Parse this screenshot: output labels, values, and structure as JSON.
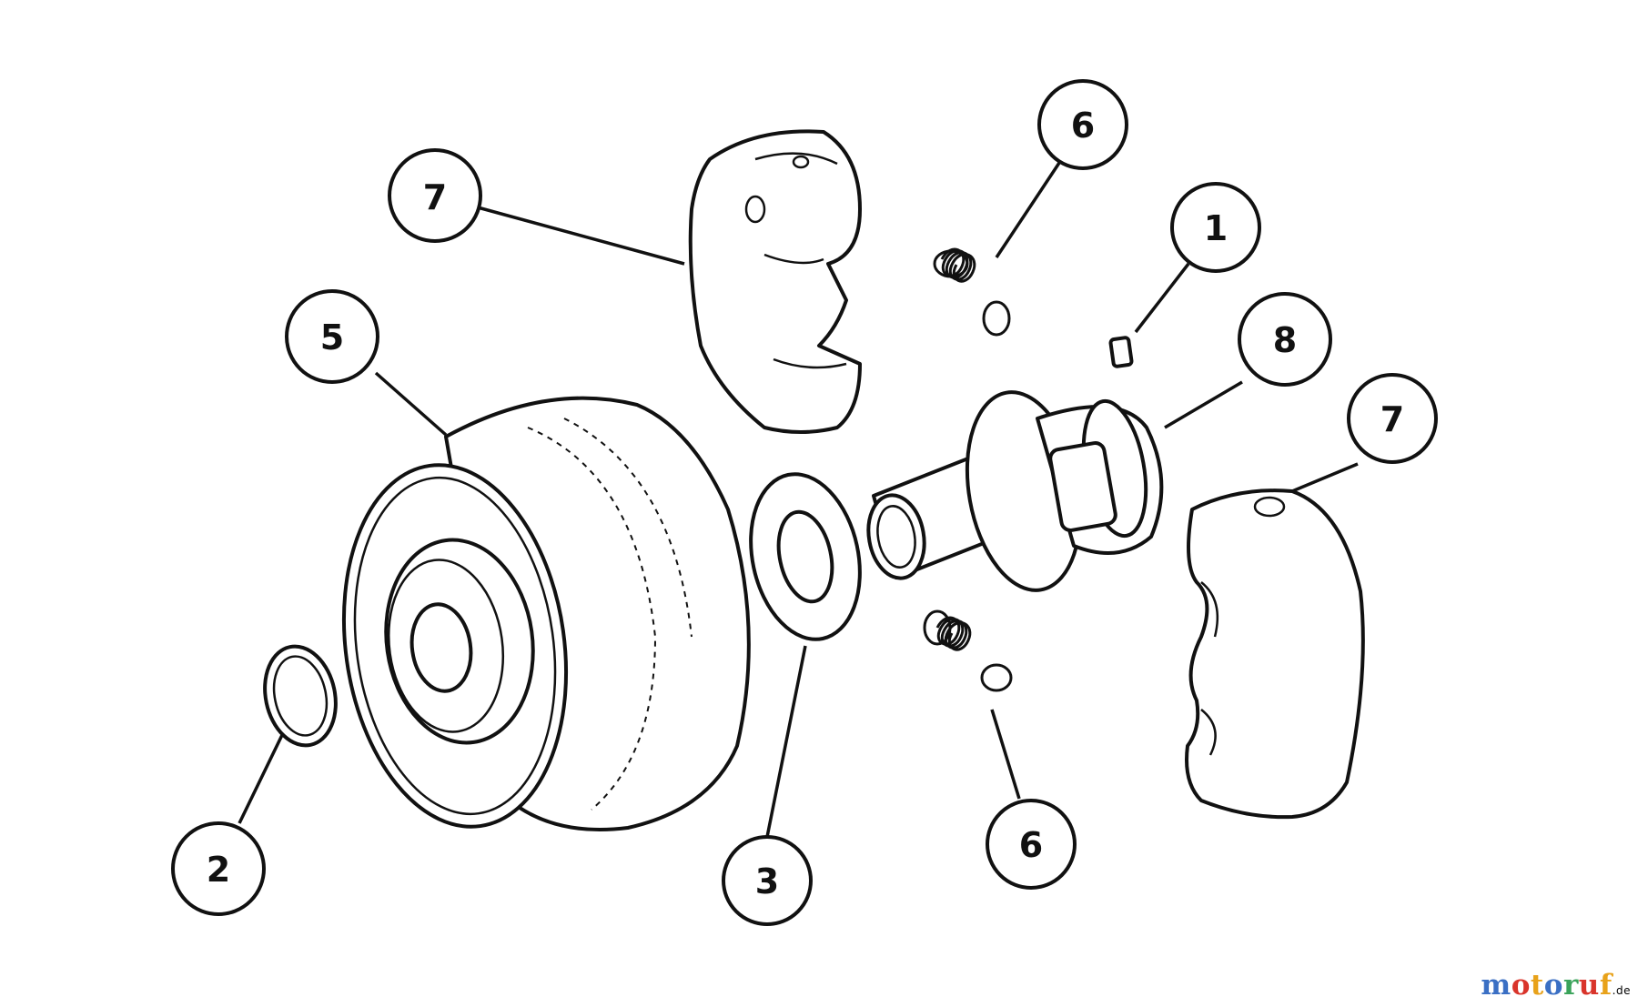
{
  "diagram": {
    "callouts": [
      {
        "id": "callout-7-top",
        "label": "7"
      },
      {
        "id": "callout-6-top",
        "label": "6"
      },
      {
        "id": "callout-1",
        "label": "1"
      },
      {
        "id": "callout-5",
        "label": "5"
      },
      {
        "id": "callout-8",
        "label": "8"
      },
      {
        "id": "callout-7-right",
        "label": "7"
      },
      {
        "id": "callout-2",
        "label": "2"
      },
      {
        "id": "callout-3",
        "label": "3"
      },
      {
        "id": "callout-6-bottom",
        "label": "6"
      }
    ],
    "parts": [
      "clutch-shoe-top",
      "spring-top",
      "nut",
      "clutch-drum",
      "washer",
      "clutch-hub",
      "clutch-shoe-right",
      "retainer-ring",
      "spring-bottom"
    ]
  },
  "watermark": {
    "text": "motoruf",
    "suffix": ".de",
    "colors": [
      "#3a6fc4",
      "#d9342b",
      "#e8a21a",
      "#3a6fc4",
      "#3aa35a",
      "#d9342b",
      "#e8a21a"
    ]
  }
}
